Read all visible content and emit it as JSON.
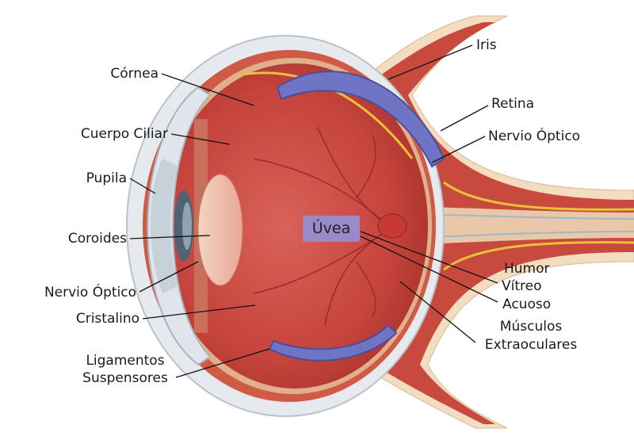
{
  "title": "Anatomía del ojo",
  "labels_left": {
    "cornea": "Córnea",
    "cuerpo_ciliar": "Cuerpo Ciliar",
    "pupila": "Pupila",
    "coroides": "Coroides",
    "nervio_optico": "Nervio Óptico",
    "cristalino": "Cristalino",
    "ligamentos_1": "Ligamentos",
    "ligamentos_2": "Suspensores"
  },
  "labels_right": {
    "iris": "Iris",
    "retina": "Retina",
    "nervio_optico": "Nervio Óptico",
    "humor": "Humor",
    "vitreo": "Vítreo",
    "acuoso": "Acuoso",
    "musculos_1": "Músculos",
    "musculos_2": "Extraoculares"
  },
  "center_label": "Úvea",
  "colors": {
    "sclera": "#e9ecef",
    "vitreous": "#c8453e",
    "muscle": "#6f74c4",
    "highlight": "#9a8bc8",
    "nerve": "#f1d9b5"
  }
}
